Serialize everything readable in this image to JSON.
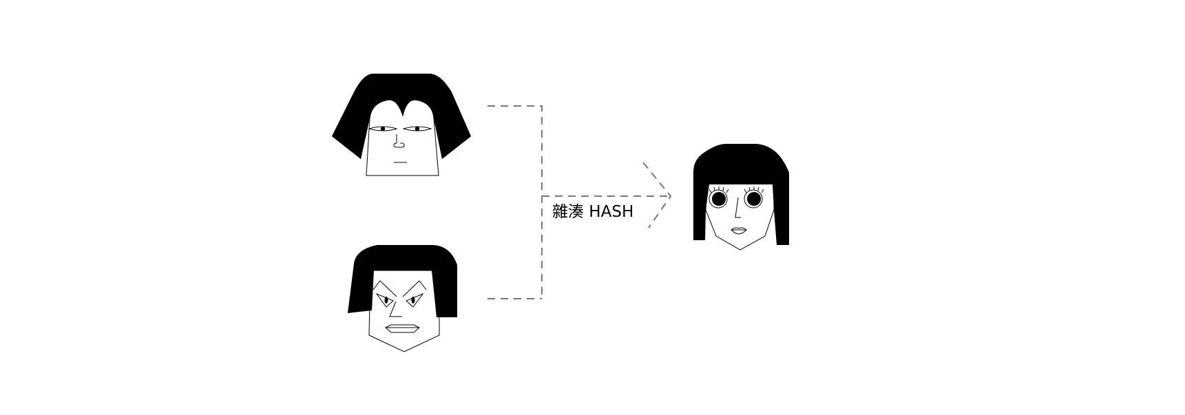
{
  "hash_label": "雜湊 HASH",
  "inputs": [
    {
      "name": "input-face-1"
    },
    {
      "name": "input-face-2"
    }
  ],
  "output": {
    "name": "output-face"
  },
  "colors": {
    "ink": "#000000",
    "connector": "#777777",
    "background": "#ffffff"
  }
}
